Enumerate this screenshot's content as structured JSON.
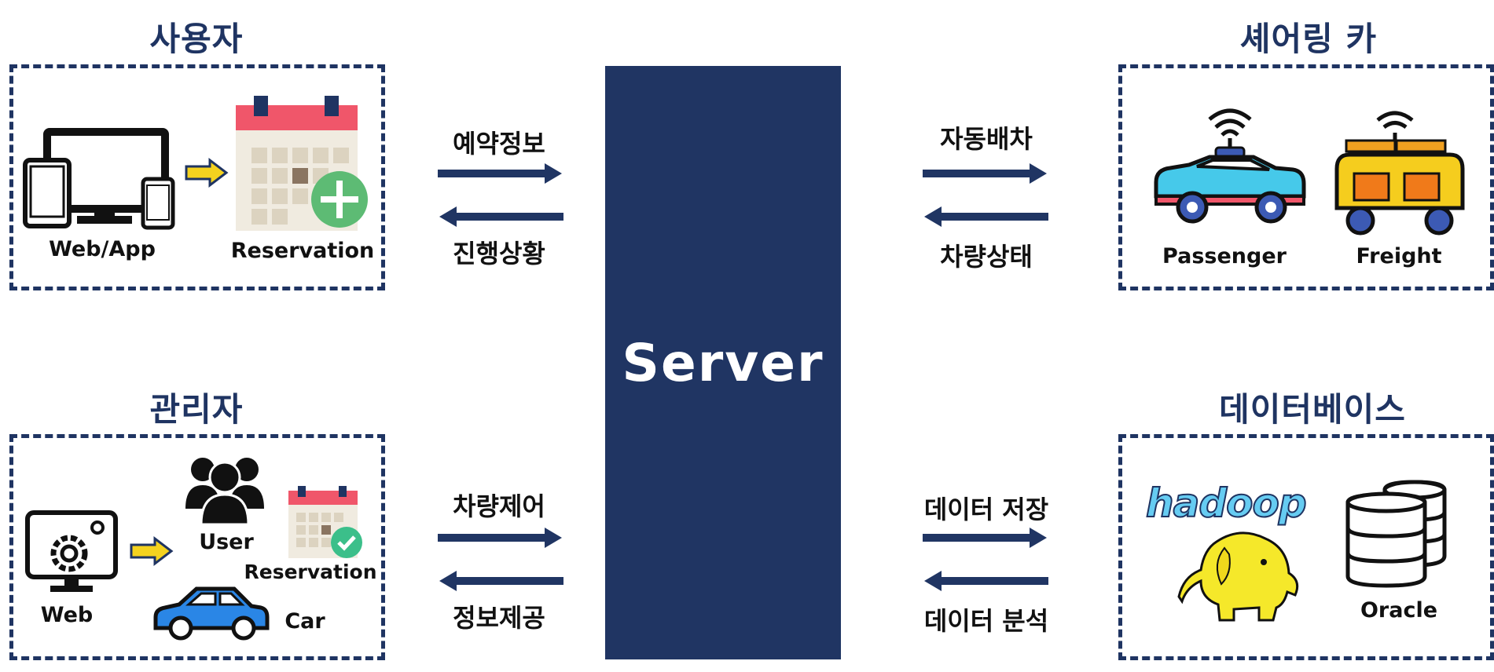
{
  "sections": {
    "user": {
      "title": "사용자",
      "web_app_label": "Web/App",
      "reservation_label": "Reservation"
    },
    "sharing_car": {
      "title": "셰어링 카",
      "passenger_label": "Passenger",
      "freight_label": "Freight"
    },
    "admin": {
      "title": "관리자",
      "web_label": "Web",
      "user_label": "User",
      "reservation_label": "Reservation",
      "car_label": "Car"
    },
    "database": {
      "title": "데이터베이스",
      "hadoop_label": "hadoop",
      "oracle_label": "Oracle"
    }
  },
  "server": {
    "label": "Server"
  },
  "arrows": {
    "user_to_server": "예약정보",
    "server_to_user": "진행상황",
    "server_to_car": "자동배차",
    "car_to_server": "차량상태",
    "admin_to_server": "차량제어",
    "server_to_admin": "정보제공",
    "server_to_db": "데이터 저장",
    "db_to_server": "데이터 분석"
  },
  "colors": {
    "navy": "#1f3462",
    "arrow_yellow": "#f4d21f",
    "calendar_red": "#f0566a",
    "plus_green": "#5dbb74"
  }
}
